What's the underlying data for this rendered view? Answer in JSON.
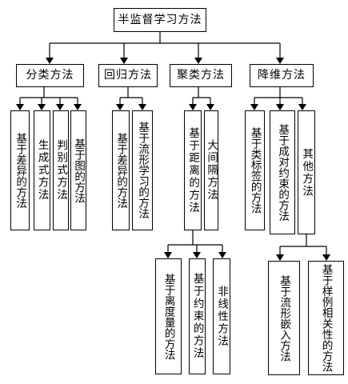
{
  "root": {
    "label": "半监督学习方法"
  },
  "categories": [
    {
      "label": "分类方法",
      "methods": [
        "基于差异的方法",
        "生成式方法",
        "判别式方法",
        "基于图的方法"
      ]
    },
    {
      "label": "回归方法",
      "methods": [
        "基于差异的方法",
        "基于流形学习的方法"
      ]
    },
    {
      "label": "聚类方法",
      "methods": [
        "基于距离的方法",
        "大间隔方法"
      ],
      "submethods": [
        "基于离度量的方法",
        "基于约束的方法",
        "非线性方法"
      ]
    },
    {
      "label": "降维方法",
      "methods": [
        "基于类标签的方法",
        "基于成对约束的方法",
        "其他方法"
      ],
      "submethods": [
        "基于流形嵌入方法",
        "基于样例相关性的方法"
      ]
    }
  ]
}
